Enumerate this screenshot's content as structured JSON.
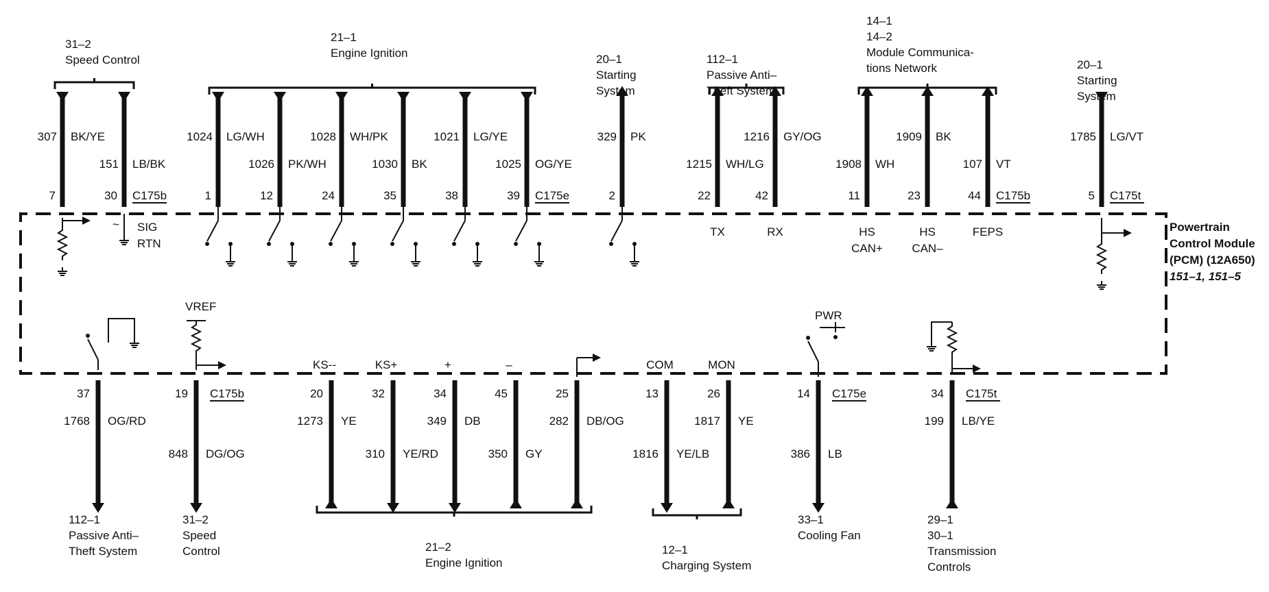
{
  "module": {
    "name_line1": "Powertrain",
    "name_line2": "Control Module",
    "name_line3": "(PCM) (12A650)",
    "refs": "151–1, 151–5"
  },
  "top_groups": [
    {
      "lines": [
        "31–2",
        "Speed Control"
      ]
    },
    {
      "lines": [
        "21–1",
        "Engine Ignition"
      ]
    },
    {
      "lines": [
        "20–1",
        "Starting",
        "System"
      ]
    },
    {
      "lines": [
        "112–1",
        "Passive Anti–",
        "Theft System"
      ]
    },
    {
      "lines": [
        "14–1",
        "14–2",
        "Module Communica-",
        "tions Network"
      ]
    },
    {
      "lines": [
        "20–1",
        "Starting",
        "System"
      ]
    }
  ],
  "bottom_groups": [
    {
      "lines": [
        "112–1",
        "Passive Anti–",
        "Theft System"
      ]
    },
    {
      "lines": [
        "31–2",
        "Speed",
        "Control"
      ]
    },
    {
      "lines": [
        "21–2",
        "Engine Ignition"
      ]
    },
    {
      "lines": [
        "12–1",
        "Charging System"
      ]
    },
    {
      "lines": [
        "33–1",
        "Cooling Fan"
      ]
    },
    {
      "lines": [
        "29–1",
        "30–1",
        "Transmission",
        "Controls"
      ]
    }
  ],
  "top_wires": [
    {
      "circuit": "307",
      "color": "BK/YE",
      "pin": "7",
      "end": "in"
    },
    {
      "circuit": "151",
      "color": "LB/BK",
      "pin": "30",
      "end": "in",
      "connector": "C175b"
    },
    {
      "circuit": "1024",
      "color": "LG/WH",
      "pin": "1",
      "end": "in"
    },
    {
      "circuit": "1026",
      "color": "PK/WH",
      "pin": "12",
      "end": "in"
    },
    {
      "circuit": "1028",
      "color": "WH/PK",
      "pin": "24",
      "end": "in"
    },
    {
      "circuit": "1030",
      "color": "BK",
      "pin": "35",
      "end": "in"
    },
    {
      "circuit": "1021",
      "color": "LG/YE",
      "pin": "38",
      "end": "in"
    },
    {
      "circuit": "1025",
      "color": "OG/YE",
      "pin": "39",
      "end": "in",
      "connector": "C175e"
    },
    {
      "circuit": "329",
      "color": "PK",
      "pin": "2",
      "end": "out"
    },
    {
      "circuit": "1215",
      "color": "WH/LG",
      "pin": "22",
      "end": "out",
      "signal": "TX"
    },
    {
      "circuit": "1216",
      "color": "GY/OG",
      "pin": "42",
      "end": "out",
      "signal": "RX"
    },
    {
      "circuit": "1908",
      "color": "WH",
      "pin": "11",
      "end": "out",
      "signal": "HS CAN+"
    },
    {
      "circuit": "1909",
      "color": "BK",
      "pin": "23",
      "end": "out",
      "signal": "HS CAN–"
    },
    {
      "circuit": "107",
      "color": "VT",
      "pin": "44",
      "end": "out",
      "signal": "FEPS",
      "connector": "C175b"
    },
    {
      "circuit": "1785",
      "color": "LG/VT",
      "pin": "5",
      "end": "in",
      "connector": "C175t"
    }
  ],
  "bottom_wires": [
    {
      "circuit": "1768",
      "color": "OG/RD",
      "pin": "37",
      "end": "out"
    },
    {
      "circuit": "848",
      "color": "DG/OG",
      "pin": "19",
      "end": "out",
      "connector": "C175b"
    },
    {
      "circuit": "1273",
      "color": "YE",
      "pin": "20",
      "end": "in",
      "signal": "KS--"
    },
    {
      "circuit": "310",
      "color": "YE/RD",
      "pin": "32",
      "end": "out",
      "signal": "KS+"
    },
    {
      "circuit": "349",
      "color": "DB",
      "pin": "34",
      "end": "out",
      "signal": "+"
    },
    {
      "circuit": "350",
      "color": "GY",
      "pin": "45",
      "end": "in",
      "signal": "–"
    },
    {
      "circuit": "282",
      "color": "DB/OG",
      "pin": "25",
      "end": "in"
    },
    {
      "circuit": "1816",
      "color": "YE/LB",
      "pin": "13",
      "end": "out",
      "signal": "COM"
    },
    {
      "circuit": "1817",
      "color": "YE",
      "pin": "26",
      "end": "in",
      "signal": "MON"
    },
    {
      "circuit": "386",
      "color": "LB",
      "pin": "14",
      "end": "out",
      "connector": "C175e"
    },
    {
      "circuit": "199",
      "color": "LB/YE",
      "pin": "34",
      "end": "in",
      "connector": "C175t"
    }
  ],
  "internal_labels": {
    "sig": "SIG",
    "rtn": "RTN",
    "vref": "VREF",
    "pwr": "PWR"
  }
}
